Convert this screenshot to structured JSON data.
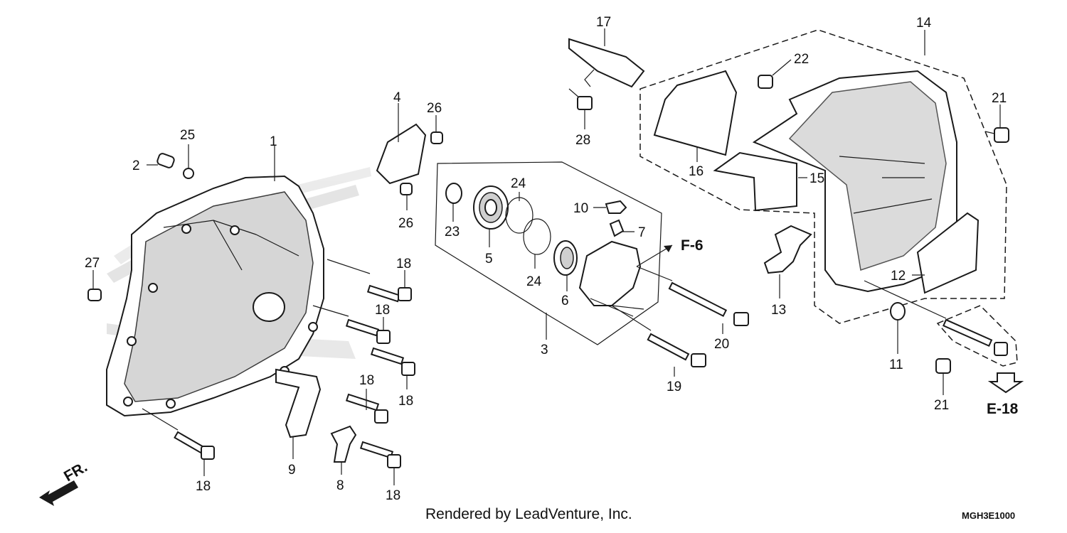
{
  "callouts": [
    {
      "id": "c1",
      "text": "1"
    },
    {
      "id": "c2",
      "text": "2"
    },
    {
      "id": "c3",
      "text": "3"
    },
    {
      "id": "c4",
      "text": "4"
    },
    {
      "id": "c5",
      "text": "5"
    },
    {
      "id": "c6",
      "text": "6"
    },
    {
      "id": "c7",
      "text": "7"
    },
    {
      "id": "c8",
      "text": "8"
    },
    {
      "id": "c9",
      "text": "9"
    },
    {
      "id": "c10",
      "text": "10"
    },
    {
      "id": "c11",
      "text": "11"
    },
    {
      "id": "c12",
      "text": "12"
    },
    {
      "id": "c13",
      "text": "13"
    },
    {
      "id": "c14",
      "text": "14"
    },
    {
      "id": "c15",
      "text": "15"
    },
    {
      "id": "c16",
      "text": "16"
    },
    {
      "id": "c17",
      "text": "17"
    },
    {
      "id": "c18",
      "text": "18"
    },
    {
      "id": "c19",
      "text": "19"
    },
    {
      "id": "c20",
      "text": "20"
    },
    {
      "id": "c21",
      "text": "21"
    },
    {
      "id": "c22",
      "text": "22"
    },
    {
      "id": "c23",
      "text": "23"
    },
    {
      "id": "c24",
      "text": "24"
    },
    {
      "id": "c25",
      "text": "25"
    },
    {
      "id": "c26",
      "text": "26"
    },
    {
      "id": "c27",
      "text": "27"
    },
    {
      "id": "c28",
      "text": "28"
    }
  ],
  "references": {
    "f6": "F-6",
    "e18": "E-18",
    "front": "FR."
  },
  "footer": {
    "credit": "Rendered by LeadVenture, Inc.",
    "code": "MGH3E1000"
  },
  "watermark": "HONDA"
}
